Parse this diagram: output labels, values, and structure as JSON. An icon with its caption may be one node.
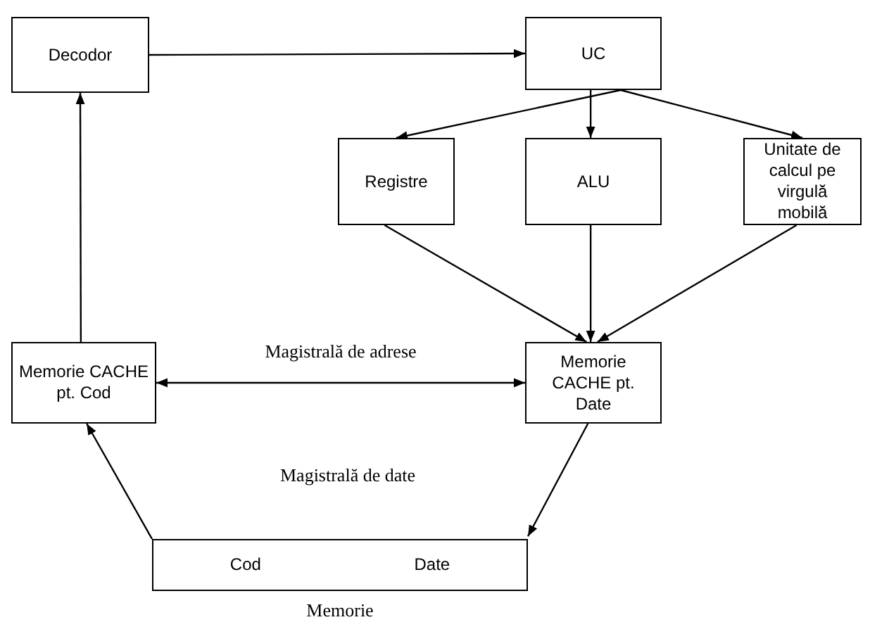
{
  "diagram": {
    "nodes": [
      {
        "text": [
          "Decodor"
        ]
      },
      {
        "text": [
          "UC"
        ]
      },
      {
        "text": [
          "Registre"
        ]
      },
      {
        "text": [
          "ALU"
        ]
      },
      {
        "text": [
          "Unitate de calcul pe virgulă mobilă"
        ]
      },
      {
        "text": [
          "Memorie CACHE pt. Cod"
        ]
      },
      {
        "text": [
          "Memorie CACHE pt. Date"
        ]
      },
      {
        "text": [
          "Cod",
          "Date"
        ],
        "beside": [
          "Memorie"
        ]
      }
    ],
    "edges": [
      {
        "from": 0,
        "to": 1,
        "arrow": "to"
      },
      {
        "from": 1,
        "to": 2,
        "arrow": "to"
      },
      {
        "from": 1,
        "to": 3,
        "arrow": "to"
      },
      {
        "from": 1,
        "to": 4,
        "arrow": "to"
      },
      {
        "from": 2,
        "to": 6,
        "arrow": "to"
      },
      {
        "from": 3,
        "to": 6,
        "arrow": "to"
      },
      {
        "from": 4,
        "to": 6,
        "arrow": "to"
      },
      {
        "from": 5,
        "to": 0,
        "arrow": "to"
      },
      {
        "from": 5,
        "to": 6,
        "arrow": "both",
        "label": "Magistrală de adrese"
      },
      {
        "from": 6,
        "to": 7,
        "arrow": "to"
      },
      {
        "from": 7,
        "to": 5,
        "arrow": "to"
      }
    ],
    "labels": [
      "Magistrală de date"
    ]
  }
}
